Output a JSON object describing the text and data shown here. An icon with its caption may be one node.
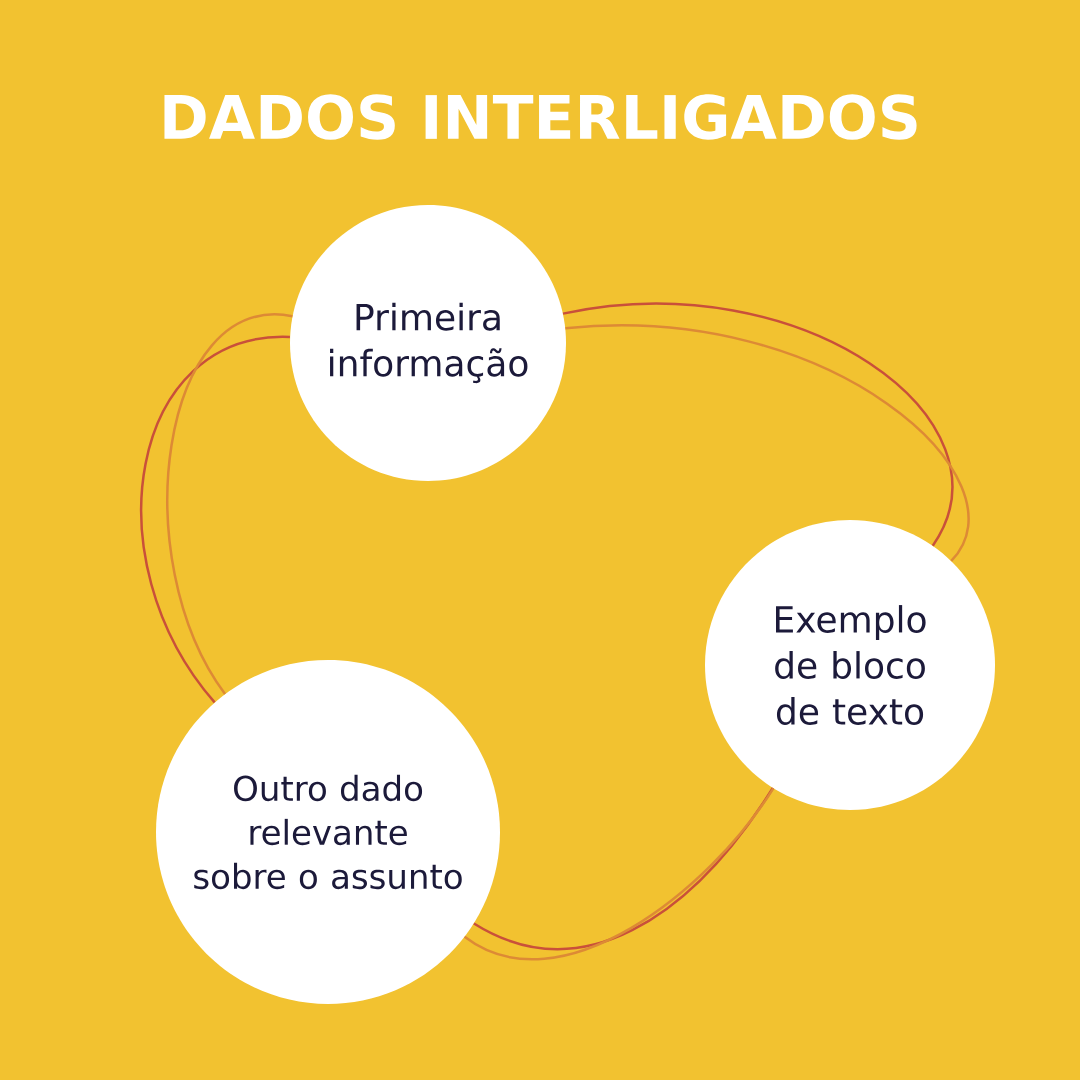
{
  "diagram": {
    "title": "DADOS INTERLIGADOS",
    "nodes": [
      {
        "text": [
          "Primeira informação"
        ]
      },
      {
        "text": [
          "Exemplo de bloco de texto"
        ]
      },
      {
        "text": [
          "Outro dado relevante sobre o assunto"
        ]
      }
    ],
    "edges": [
      {
        "from": 0,
        "to": 2,
        "arrow": "none",
        "color": "#c9503a"
      },
      {
        "from": 0,
        "to": 2,
        "arrow": "none",
        "color": "#dd8a35"
      },
      {
        "from": 0,
        "to": 1,
        "arrow": "none",
        "color": "#c9503a"
      },
      {
        "from": 0,
        "to": 1,
        "arrow": "none",
        "color": "#dd8a35"
      },
      {
        "from": 1,
        "to": 2,
        "arrow": "none",
        "color": "#c9503a"
      },
      {
        "from": 1,
        "to": 2,
        "arrow": "none",
        "color": "#dd8a35"
      }
    ]
  }
}
